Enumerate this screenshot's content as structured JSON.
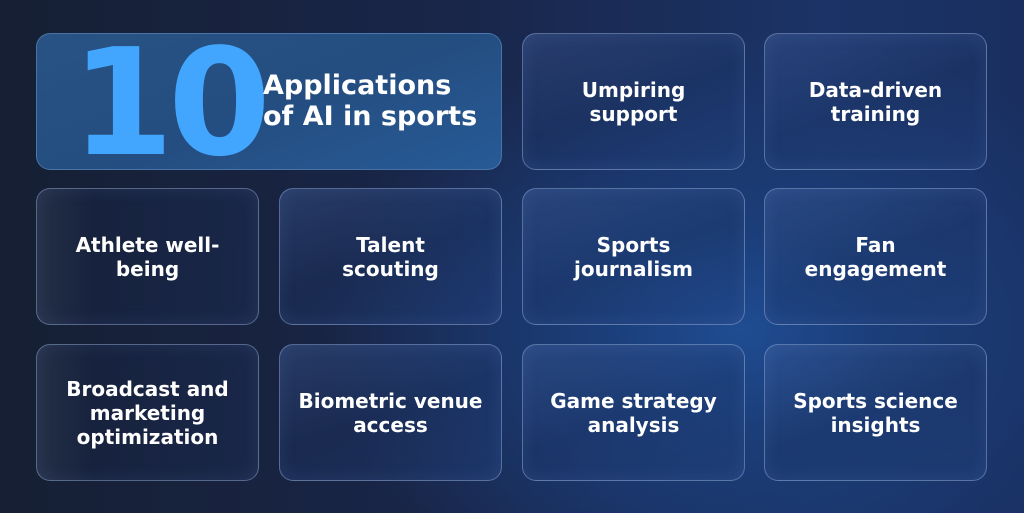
{
  "header": {
    "number": "10",
    "title": "Applications\nof AI in sports",
    "number_color": "#42a6ff"
  },
  "cards": [
    {
      "label": "Umpiring\nsupport"
    },
    {
      "label": "Data-driven\ntraining"
    },
    {
      "label": "Athlete well-\nbeing"
    },
    {
      "label": "Talent\nscouting"
    },
    {
      "label": "Sports\njournalism"
    },
    {
      "label": "Fan\nengagement"
    },
    {
      "label": "Broadcast and\nmarketing\noptimization"
    },
    {
      "label": "Biometric venue\naccess"
    },
    {
      "label": "Game strategy\nanalysis"
    },
    {
      "label": "Sports science\ninsights"
    }
  ],
  "colors": {
    "background": "#17203a",
    "hero_card": "#255080",
    "card_border": "#aac3eb",
    "text": "#ffffff"
  }
}
